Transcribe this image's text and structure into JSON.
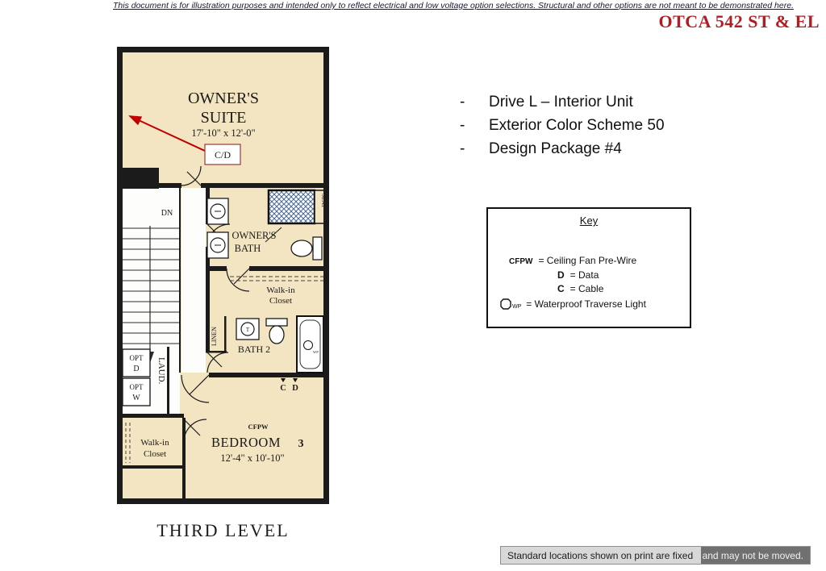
{
  "page": {
    "disclaimer": "This document is for illustration purposes and intended only to reflect electrical and low voltage option selections.  Structural and other options are not meant to be demonstrated here.",
    "plan_code": "OTCA 542 ST & EL",
    "level_caption": "THIRD LEVEL"
  },
  "specs": {
    "dash": "-",
    "items": [
      "Drive L – Interior Unit",
      "Exterior Color Scheme 50",
      "Design Package #4"
    ]
  },
  "key": {
    "title": "Key",
    "entries": [
      {
        "symbol": "CFPW",
        "text": "= Ceiling Fan Pre-Wire"
      },
      {
        "symbol": "D",
        "text": "= Data"
      },
      {
        "symbol": "C",
        "text": "= Cable"
      },
      {
        "symbol": "WP",
        "text": "= Waterproof Traverse Light"
      }
    ]
  },
  "footer": {
    "left": "Standard locations shown on print are fixed ",
    "right": "and may not be moved."
  },
  "plan": {
    "suite": {
      "line1": "OWNER'S",
      "line2": "SUITE",
      "dims": "17'-10\" x 12'-0\""
    },
    "cd_tag": "C/D",
    "dn": "DN",
    "bath": {
      "line1": "OWNER'S",
      "line2": "BATH"
    },
    "seat": "SEAT",
    "closet_upper": {
      "line1": "Walk-in",
      "line2": "Closet"
    },
    "linen": "LINEN",
    "bath2": "BATH 2",
    "t_label": "T",
    "wp": "WP",
    "outlet_c": "C",
    "outlet_d": "D",
    "opt_d": {
      "line1": "OPT",
      "line2": "D"
    },
    "opt_w": {
      "line1": "OPT",
      "line2": "W"
    },
    "laundry": "LAUD.",
    "closet_lower": {
      "line1": "Walk-in",
      "line2": "Closet"
    },
    "bedroom": {
      "cfpw": "CFPW",
      "name": "BEDROOM",
      "number": "3",
      "dims": "12'-4\" x 10'-10\""
    }
  },
  "colors": {
    "accent_red": "#C00000",
    "room_fill": "#F3E5C2",
    "wall": "#1B1B1B"
  }
}
